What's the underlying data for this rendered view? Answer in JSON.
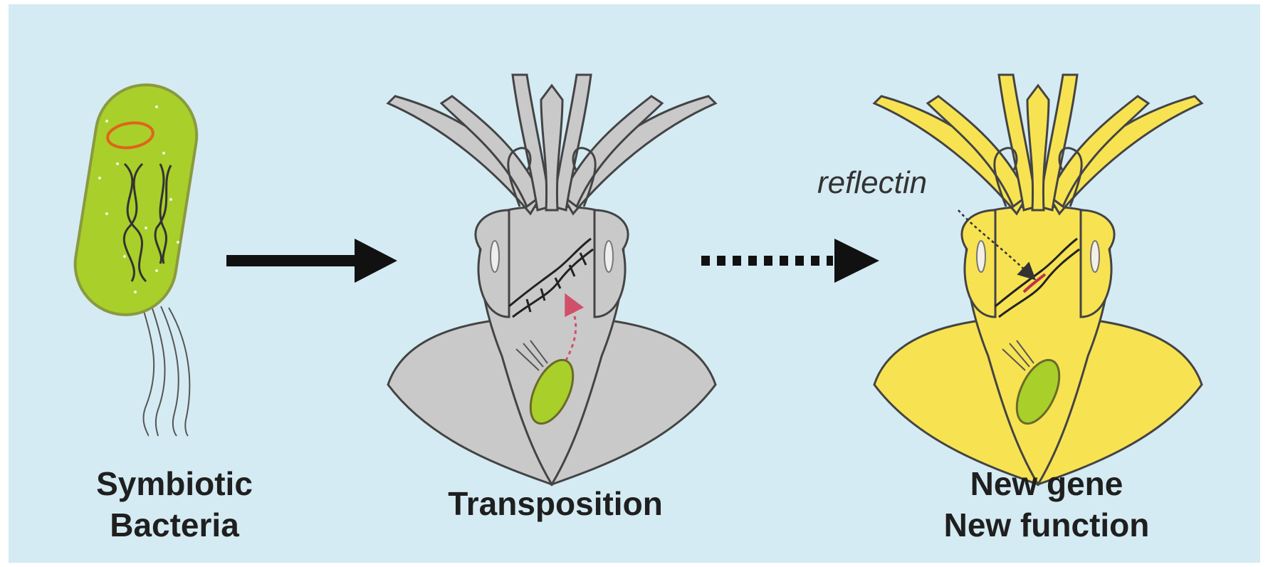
{
  "labels": {
    "stage1_line1": "Symbiotic",
    "stage1_line2": "Bacteria",
    "stage2": "Transposition",
    "stage3_line1": "New gene",
    "stage3_line2": "New function",
    "gene_name": "reflectin"
  },
  "colors": {
    "background": "#d5ebf3",
    "bacterium": "#a9cf2a",
    "squid_gray": "#c9c9c9",
    "squid_gradient": [
      "#f7e053",
      "#f2b47a",
      "#d0377f"
    ],
    "transposon_marker": "#d0506a",
    "plasmid_ring": "#e0641a"
  }
}
